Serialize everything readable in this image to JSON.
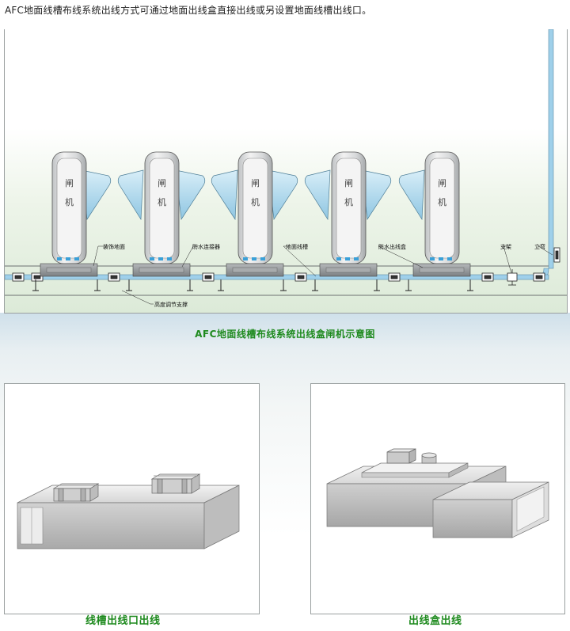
{
  "intro_text": "AFC地面线槽布线系统出线方式可通过地面出线盒直接出线或另设置地面线槽出线口。",
  "main_diagram": {
    "caption": "AFC地面线槽布线系统出线盒闸机示意图",
    "gate_label_line1": "闸",
    "gate_label_line2": "机",
    "labels": {
      "decorative_floor": "装饰地面",
      "waterproof_connector": "防水连接器",
      "floor_trunking": "地面线槽",
      "waterproof_outlet_box": "防水出线盒",
      "bracket": "支架",
      "vertical_bend": "立弯",
      "height_support": "高度调节支撑"
    }
  },
  "left_figure": {
    "caption": "线槽出线口出线"
  },
  "right_figure": {
    "caption": "出线盒出线"
  },
  "colors": {
    "caption_green": "#1e8a1e",
    "trunking_blue": "#8fc8e4",
    "wing_blue": "#a9d6ec",
    "gate_grey": "#e3e3e3"
  }
}
